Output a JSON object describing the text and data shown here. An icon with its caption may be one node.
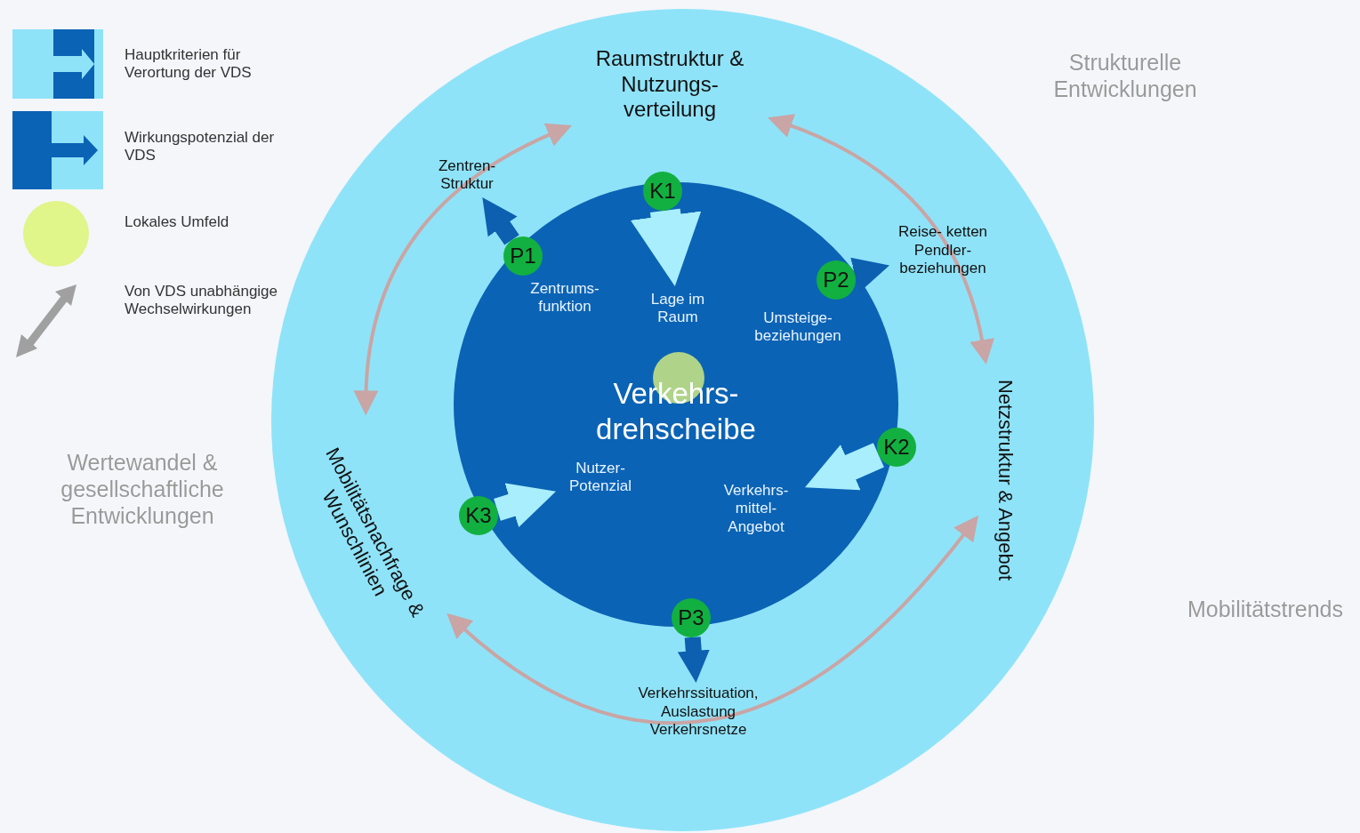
{
  "diagram": {
    "nodes": [
      {
        "text": [],
        "shape": "circle"
      },
      {
        "text": [
          "Raumstruktur & Nutzungs- verteilung"
        ],
        "in": 0
      },
      {
        "text": [
          "Zentren- Struktur"
        ],
        "in": 0
      },
      {
        "text": [
          "Reise- ketten Pendler- beziehungen"
        ],
        "in": 0
      },
      {
        "text": [
          "Mobilitätsnachfrage & Wunschlinien"
        ],
        "in": 0
      },
      {
        "text": [
          "Netzstruktur & Angebot"
        ],
        "in": 0
      },
      {
        "text": [
          "Verkehrssituation, Auslastung Verkehrsnetze"
        ],
        "in": 0
      },
      {
        "text": [
          "Verkehrs- drehscheibe"
        ],
        "in": 0
      },
      {
        "text": [
          "K1"
        ],
        "in": 0
      },
      {
        "text": [
          "P1"
        ],
        "in": 7
      },
      {
        "text": [
          "P2"
        ],
        "in": 7
      },
      {
        "text": [
          "K2"
        ],
        "in": 0
      },
      {
        "text": [
          "K3"
        ],
        "in": 7
      },
      {
        "text": [
          "P3"
        ],
        "in": 0
      },
      {
        "text": [
          "Zentrums- funktion"
        ],
        "in": 7
      },
      {
        "text": [
          "Lage im Raum"
        ],
        "in": 7
      },
      {
        "text": [
          "Umsteige- beziehungen"
        ],
        "in": 7
      },
      {
        "text": [],
        "shape": "circle",
        "in": 7
      },
      {
        "text": [
          "Nutzer- Potenzial"
        ],
        "in": 7
      },
      {
        "text": [
          "Verkehrs- mittel- Angebot"
        ],
        "in": 7
      }
    ],
    "edges": [
      {
        "from": 8,
        "to": 15,
        "arrow": "to",
        "color": "#a8eefc"
      },
      {
        "from": 9,
        "to": 2,
        "arrow": "to",
        "color": "#0d5fb0"
      },
      {
        "from": 10,
        "to": 3,
        "arrow": "to",
        "color": "#0d5fb0"
      },
      {
        "from": 11,
        "to": 19,
        "arrow": "to",
        "color": "#a8eefc"
      },
      {
        "from": 12,
        "to": 18,
        "arrow": "to",
        "color": "#a8eefc"
      },
      {
        "from": 13,
        "to": 6,
        "arrow": "to",
        "color": "#0d5fb0"
      },
      {
        "from": 1,
        "to": 4,
        "arrow": "both",
        "color": "#c9a5a5"
      },
      {
        "from": 1,
        "to": 5,
        "arrow": "both",
        "color": "#c9a5a5"
      },
      {
        "from": 4,
        "to": 5,
        "arrow": "both",
        "color": "#c9a5a5"
      }
    ],
    "labels": [
      "Strukturelle Entwicklungen",
      "Wertewandel & gesellschaftliche Entwicklungen",
      "Mobilitätstrends"
    ],
    "legend": [
      {
        "text": "Hauptkriterien für Verortung der VDS"
      },
      {
        "text": "Wirkungspotenzial der VDS"
      },
      {
        "text": "Lokales Umfeld",
        "color": "#e0f58a"
      },
      {
        "text": "Von VDS unabhängige Wechselwirkungen"
      }
    ]
  }
}
